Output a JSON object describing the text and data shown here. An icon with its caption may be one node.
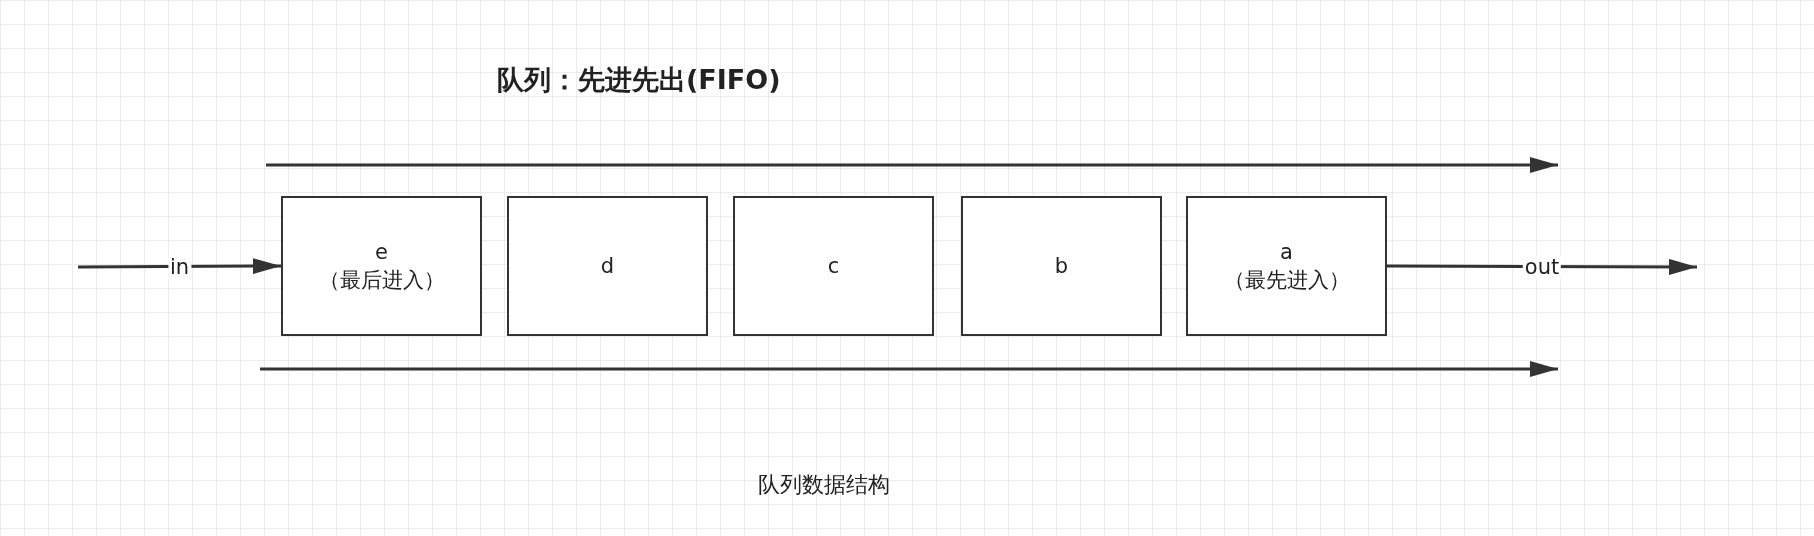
{
  "diagram": {
    "title": "队列：先进先出(FIFO)",
    "caption": "队列数据结构",
    "nodes": [
      {
        "text": [
          "e",
          "（最后进入）"
        ]
      },
      {
        "text": [
          "d"
        ]
      },
      {
        "text": [
          "c"
        ]
      },
      {
        "text": [
          "b"
        ]
      },
      {
        "text": [
          "a",
          "（最先进入）"
        ]
      }
    ],
    "edges": [
      {
        "from": null,
        "to": 0,
        "arrow": "to",
        "label": "in"
      },
      {
        "from": 4,
        "to": null,
        "arrow": "to",
        "label": "out"
      }
    ]
  }
}
